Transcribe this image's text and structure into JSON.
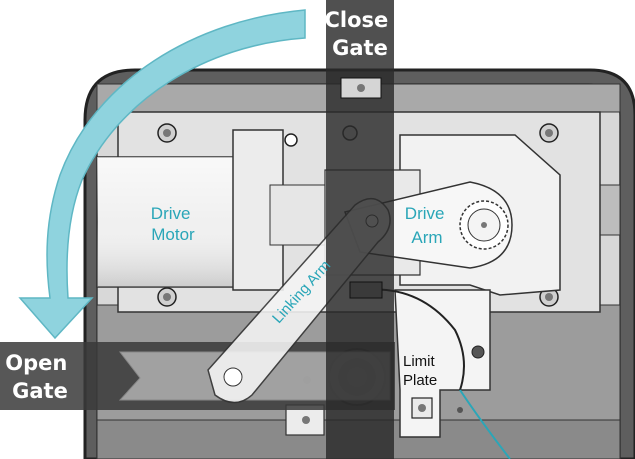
{
  "labels": {
    "drive_motor": [
      "Drive",
      "Motor"
    ],
    "drive_arm": [
      "Drive",
      "Arm"
    ],
    "linking_arm": "Linking Arm",
    "limit_plate": [
      "Limit",
      "Plate"
    ],
    "close_gate": [
      "Close",
      "Gate"
    ],
    "open_gate": [
      "Open",
      "Gate"
    ]
  },
  "colors": {
    "accent_teal": "#2aa6b8",
    "arrow_fill": "#8fd3de",
    "housing": "#5a5a5a",
    "dark_bar": "#1f1f1f"
  },
  "icons": [
    "curved-arrow-icon",
    "bolt-icon",
    "gear-icon",
    "cable-icon"
  ]
}
